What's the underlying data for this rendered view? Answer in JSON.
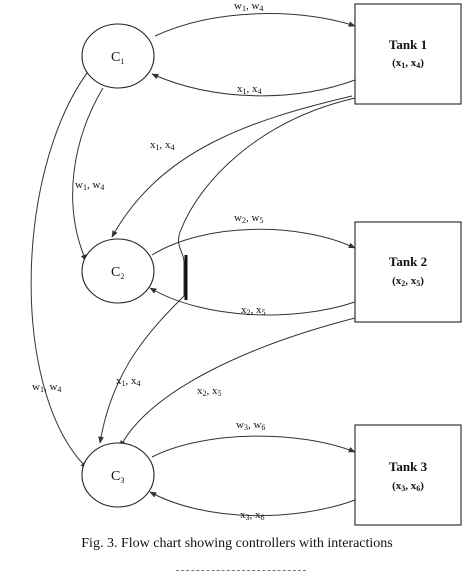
{
  "caption": "Fig. 3.  Flow chart showing controllers with interactions",
  "controllers": [
    {
      "id": "c1",
      "label": "C",
      "sub": "1"
    },
    {
      "id": "c2",
      "label": "C",
      "sub": "2"
    },
    {
      "id": "c3",
      "label": "C",
      "sub": "3"
    }
  ],
  "tanks": [
    {
      "id": "t1",
      "title": "Tank 1",
      "vars": [
        {
          "v": "x",
          "s": "1"
        },
        {
          "v": "x",
          "s": "4"
        }
      ]
    },
    {
      "id": "t2",
      "title": "Tank 2",
      "vars": [
        {
          "v": "x",
          "s": "2"
        },
        {
          "v": "x",
          "s": "5"
        }
      ]
    },
    {
      "id": "t3",
      "title": "Tank 3",
      "vars": [
        {
          "v": "x",
          "s": "3"
        },
        {
          "v": "x",
          "s": "6"
        }
      ]
    }
  ],
  "edge_labels": [
    {
      "id": "c1-t1-w",
      "vars": [
        {
          "v": "w",
          "s": "1"
        },
        {
          "v": "w",
          "s": "4"
        }
      ]
    },
    {
      "id": "t1-c1-x",
      "vars": [
        {
          "v": "x",
          "s": "1"
        },
        {
          "v": "x",
          "s": "4"
        }
      ]
    },
    {
      "id": "t1-c2-x",
      "vars": [
        {
          "v": "x",
          "s": "1"
        },
        {
          "v": "x",
          "s": "4"
        }
      ]
    },
    {
      "id": "c1-c2-w",
      "vars": [
        {
          "v": "w",
          "s": "1"
        },
        {
          "v": "w",
          "s": "4"
        }
      ]
    },
    {
      "id": "c2-t2-w",
      "vars": [
        {
          "v": "w",
          "s": "2"
        },
        {
          "v": "w",
          "s": "5"
        }
      ]
    },
    {
      "id": "t2-c2-x",
      "vars": [
        {
          "v": "x",
          "s": "2"
        },
        {
          "v": "x",
          "s": "5"
        }
      ]
    },
    {
      "id": "c1-c3-w",
      "vars": [
        {
          "v": "w",
          "s": "1"
        },
        {
          "v": "w",
          "s": "4"
        }
      ]
    },
    {
      "id": "t1-c3-x",
      "vars": [
        {
          "v": "x",
          "s": "1"
        },
        {
          "v": "x",
          "s": "4"
        }
      ]
    },
    {
      "id": "t2-c3-x",
      "vars": [
        {
          "v": "x",
          "s": "2"
        },
        {
          "v": "x",
          "s": "5"
        }
      ]
    },
    {
      "id": "c3-t3-w",
      "vars": [
        {
          "v": "w",
          "s": "3"
        },
        {
          "v": "w",
          "s": "6"
        }
      ]
    },
    {
      "id": "t3-c3-x",
      "vars": [
        {
          "v": "x",
          "s": "3"
        },
        {
          "v": "x",
          "s": "6"
        }
      ]
    }
  ]
}
